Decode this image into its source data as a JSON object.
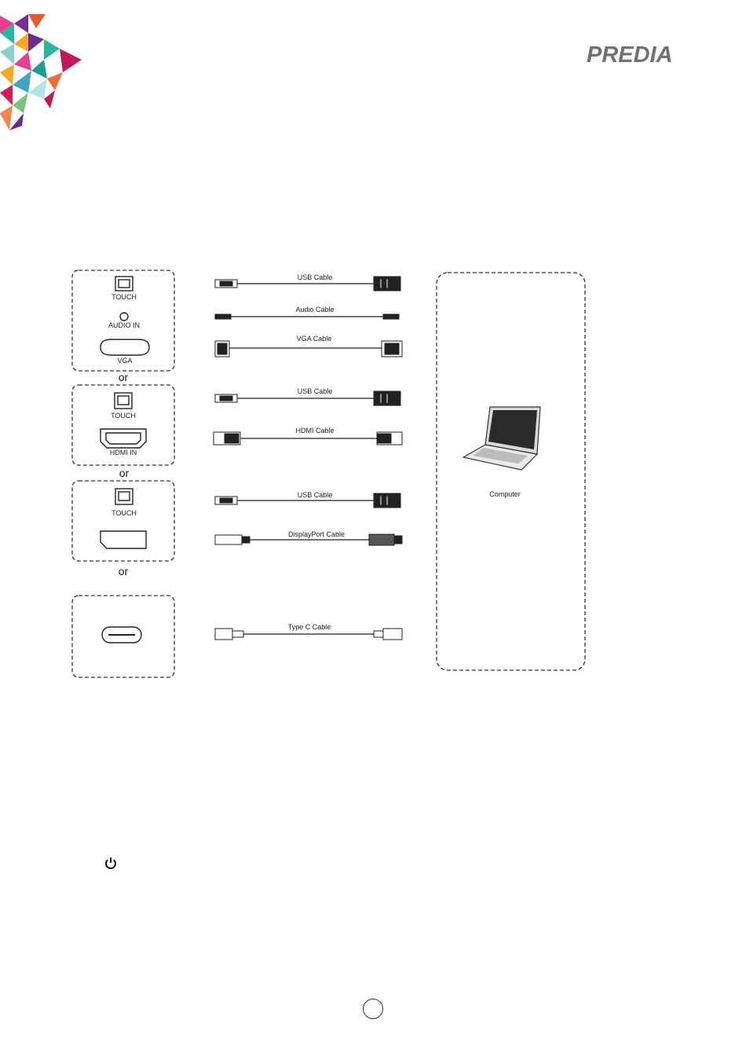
{
  "brand": {
    "logo_text": "PREDIA"
  },
  "ports": {
    "group1": {
      "touch": "TOUCH",
      "audio_in": "AUDIO IN",
      "vga": "VGA"
    },
    "group2": {
      "touch": "TOUCH",
      "hdmi_in": "HDMI IN"
    },
    "group3": {
      "touch": "TOUCH"
    }
  },
  "separators": [
    "or",
    "or",
    "or"
  ],
  "cables": {
    "usb1": "USB Cable",
    "audio": "Audio Cable",
    "vga": "VGA  Cable",
    "usb2": "USB  Cable",
    "hdmi": "HDMI  Cable",
    "usb3": "USB Cable",
    "displayport": "DisplayPort  Cable",
    "typec": "Type C Cable"
  },
  "device": {
    "label": "Computer"
  },
  "icons": {
    "power": "power-icon",
    "page_number": "page-number-circle"
  },
  "colors": {
    "brand_gray": "#6f7275",
    "line": "#333333"
  }
}
